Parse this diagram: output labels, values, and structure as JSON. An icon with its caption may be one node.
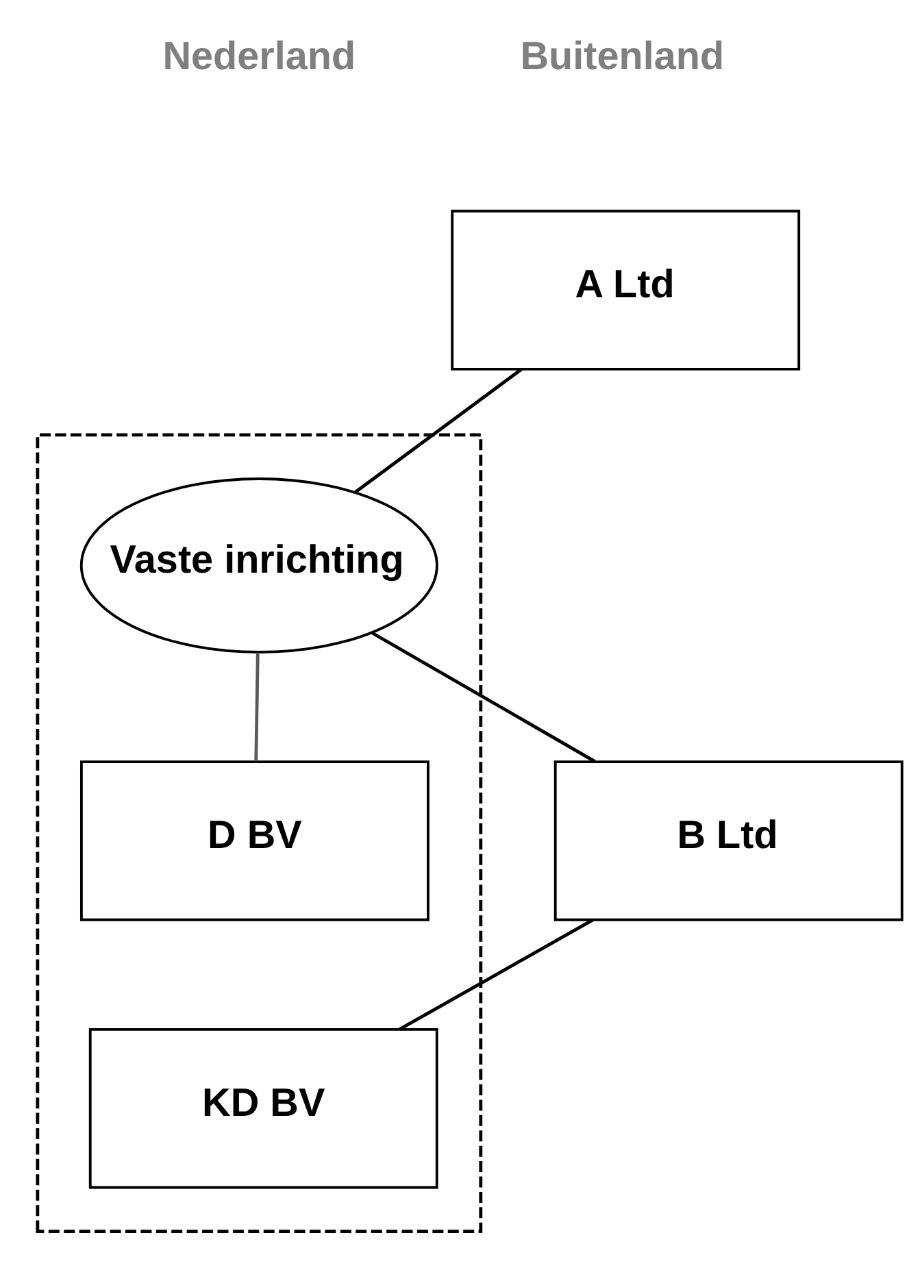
{
  "diagram": {
    "nodes": [
      {
        "text": [
          "A Ltd"
        ]
      },
      {
        "text": [],
        "shape": "box"
      },
      {
        "text": [
          "Vaste inrichting"
        ],
        "in": 1
      },
      {
        "text": [
          "D BV"
        ],
        "in": 1
      },
      {
        "text": [
          "B Ltd"
        ]
      },
      {
        "text": [
          "KD BV"
        ],
        "in": 1
      }
    ],
    "edges": [
      {
        "from": 0,
        "to": 2,
        "arrow": "none"
      },
      {
        "from": 2,
        "to": 3,
        "arrow": "none",
        "color": "#595959"
      },
      {
        "from": 2,
        "to": 4,
        "arrow": "none"
      },
      {
        "from": 4,
        "to": 5,
        "arrow": "none"
      }
    ],
    "labels": [
      "Nederland",
      "Buitenland"
    ]
  }
}
